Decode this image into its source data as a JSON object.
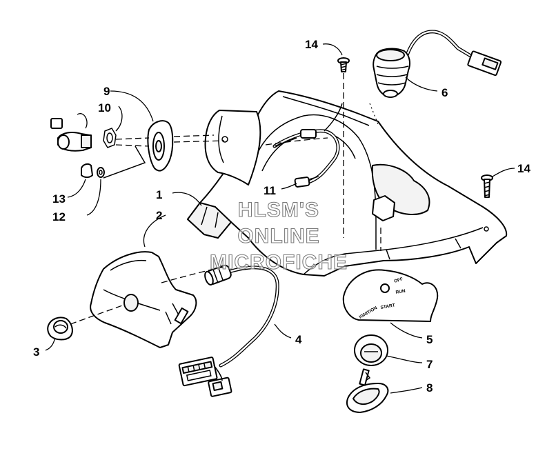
{
  "callouts": {
    "c1": "1",
    "c2": "2",
    "c3": "3",
    "c4": "4",
    "c5": "5",
    "c6": "6",
    "c7": "7",
    "c8": "8",
    "c9": "9",
    "c10": "10",
    "c11": "11",
    "c12": "12",
    "c13": "13",
    "c14a": "14",
    "c14b": "14"
  },
  "switch_plate": {
    "off": "OFF",
    "run": "RUN",
    "start": "START",
    "ignition": "IGNITION"
  },
  "watermark": {
    "line1": "HLSM'S",
    "line2": "ONLINE",
    "line3": "MICROFICHE"
  },
  "colors": {
    "ink": "#000000",
    "paper": "#ffffff",
    "watermark_outline": "#7a7a7a"
  }
}
